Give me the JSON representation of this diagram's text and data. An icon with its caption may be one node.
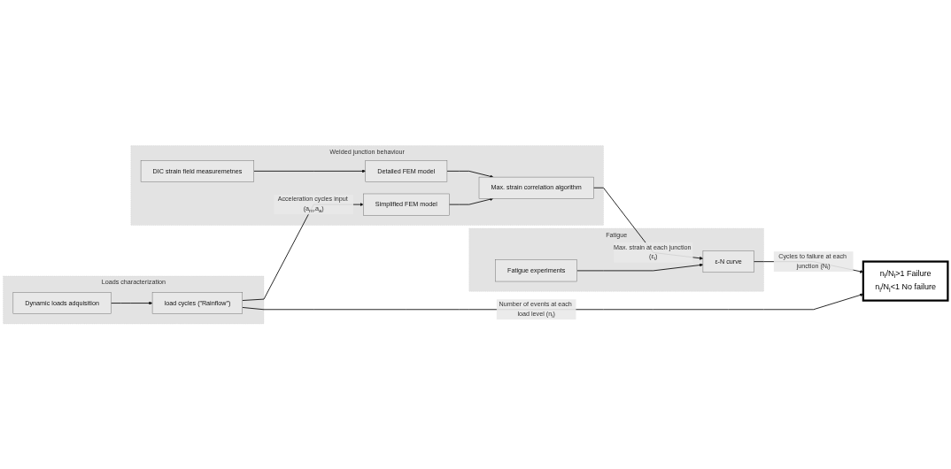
{
  "diagram": {
    "nodes": [
      {
        "text": [
          "Welded junction behaviour"
        ]
      },
      {
        "text": [
          "DIC strain field measuremetnes"
        ],
        "in": 0
      },
      {
        "text": [
          "Detailed FEM model"
        ],
        "in": 0
      },
      {
        "text": [
          "Simplified FEM model"
        ],
        "in": 0
      },
      {
        "text": [
          "Max. strain correlation algorithm"
        ],
        "in": 0
      },
      {
        "text": [
          "Fatigue"
        ]
      },
      {
        "text": [
          "Fatigue experiments"
        ],
        "in": 5
      },
      {
        "text": [
          "ε-N curve"
        ],
        "in": 5
      },
      {
        "text": [
          "Loads characterization"
        ]
      },
      {
        "text": [
          "Dynamic loads adquisition"
        ],
        "in": 8
      },
      {
        "text": [
          "load cycles (”Rainflow”)"
        ],
        "in": 8
      },
      {
        "text": [
          "n$_{i}$/N$_{i}$>1  Failure",
          "n$_{i}$/N$_{i}$<1  No failure"
        ]
      }
    ],
    "edges": [
      {
        "from": 1,
        "to": 2,
        "arrow": "to"
      },
      {
        "from": 2,
        "to": 4,
        "arrow": "to"
      },
      {
        "from": 3,
        "to": 4,
        "arrow": "to"
      },
      {
        "from": 4,
        "to": 7,
        "arrow": "to",
        "label": "Max. strain at each junction (ε$_{i}$)"
      },
      {
        "from": 6,
        "to": 7,
        "arrow": "to"
      },
      {
        "from": 7,
        "to": 11,
        "arrow": "to",
        "label": "Cycles to failure at each junction (N$_{i}$)"
      },
      {
        "from": 9,
        "to": 10,
        "arrow": "to"
      },
      {
        "from": 10,
        "to": 3,
        "arrow": "to",
        "label": "Acceleration cycles input (a$_{m}$,a$_{a}$)"
      },
      {
        "from": 10,
        "to": 11,
        "arrow": "to",
        "label": "Number of events at each load level (n$_{i}$)"
      }
    ]
  }
}
